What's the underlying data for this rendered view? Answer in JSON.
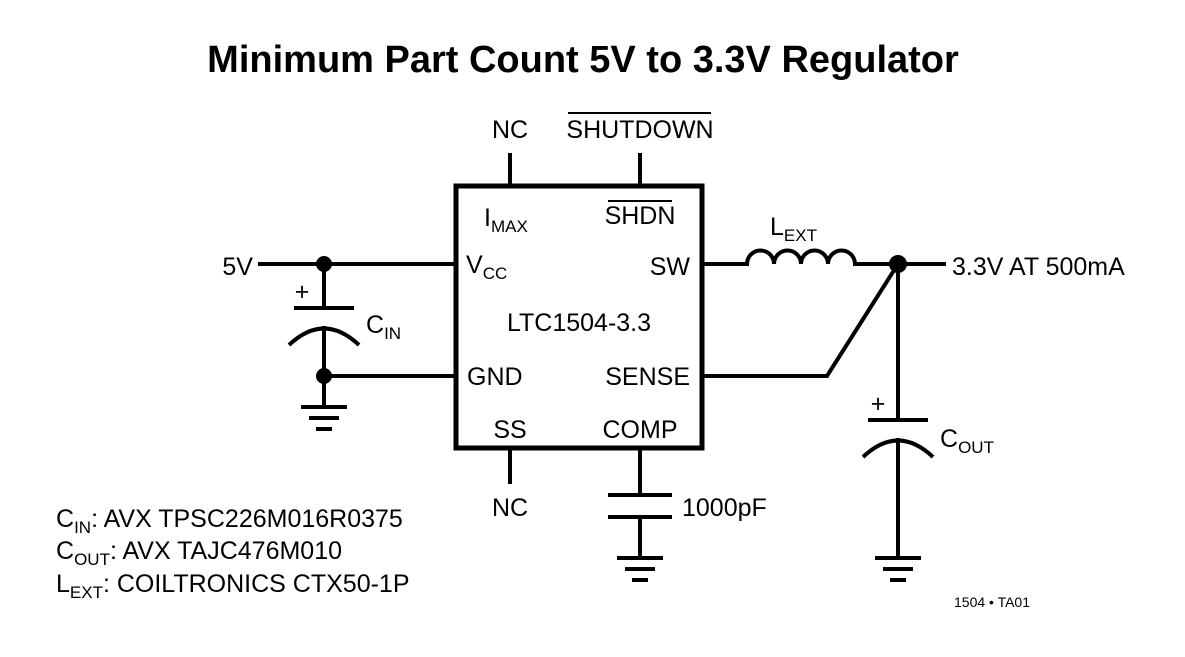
{
  "title": "Minimum Part Count 5V to 3.3V Regulator",
  "chip": {
    "name": "LTC1504-3.3",
    "pins": {
      "imax_main": "I",
      "imax_sub": "MAX",
      "shdn": "SHDN",
      "vcc_main": "V",
      "vcc_sub": "CC",
      "sw": "SW",
      "gnd": "GND",
      "sense": "SENSE",
      "ss": "SS",
      "comp": "COMP"
    }
  },
  "external_labels": {
    "nc_top": "NC",
    "shutdown": "SHUTDOWN",
    "input": "5V",
    "output": "3.3V AT 500mA",
    "nc_bottom": "NC",
    "comp_cap": "1000pF",
    "plus": "+"
  },
  "components": {
    "cin": {
      "main": "C",
      "sub": "IN"
    },
    "cout": {
      "main": "C",
      "sub": "OUT"
    },
    "lext": {
      "main": "L",
      "sub": "EXT"
    }
  },
  "notes": [
    {
      "main": "C",
      "sub": "IN",
      "text": ": AVX TPSC226M016R0375"
    },
    {
      "main": "C",
      "sub": "OUT",
      "text": ": AVX TAJC476M010"
    },
    {
      "main": "L",
      "sub": "EXT",
      "text": ": COILTRONICS CTX50-1P"
    }
  ],
  "figure_id": "1504 • TA01"
}
